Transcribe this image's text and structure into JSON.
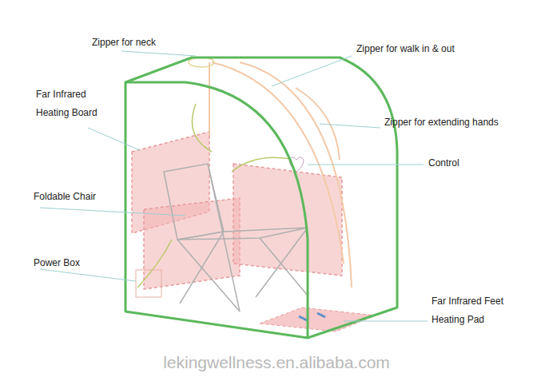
{
  "diagram": {
    "labels": [
      "Zipper for neck",
      "Zipper for walk in & out",
      "Far Infrared Heating Board",
      "Zipper for extending hands",
      "Control",
      "Foldable Chair",
      "Power Box",
      "Far Infrared Feet Heating Pad",
      "lekingwellness.en.alibaba.com"
    ]
  }
}
